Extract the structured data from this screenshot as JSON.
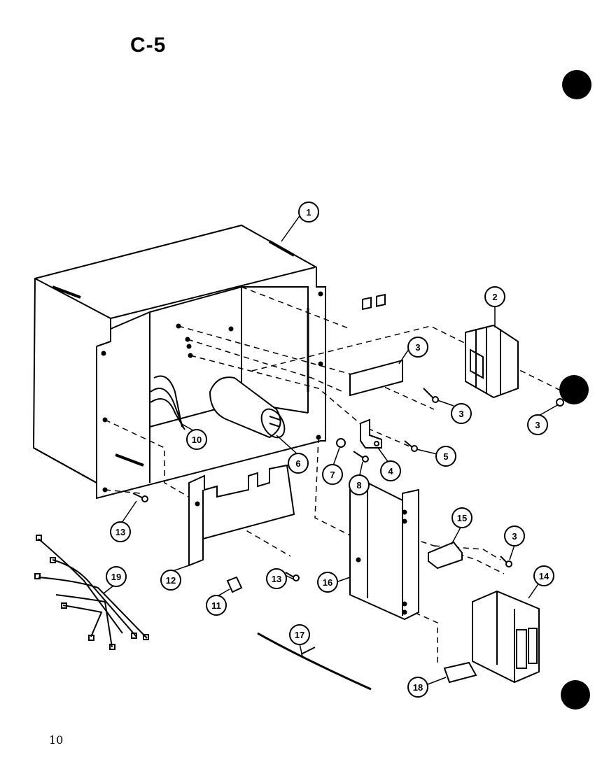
{
  "title": "C-5",
  "page_number": "10",
  "colors": {
    "ink": "#000000",
    "paper": "#ffffff"
  },
  "callouts": [
    {
      "id": "c1",
      "label": "1"
    },
    {
      "id": "c2",
      "label": "2"
    },
    {
      "id": "c3",
      "label": "3"
    },
    {
      "id": "c3b",
      "label": "3"
    },
    {
      "id": "c3c",
      "label": "3"
    },
    {
      "id": "c3d",
      "label": "3"
    },
    {
      "id": "c4",
      "label": "4"
    },
    {
      "id": "c5",
      "label": "5"
    },
    {
      "id": "c6",
      "label": "6"
    },
    {
      "id": "c7",
      "label": "7"
    },
    {
      "id": "c8",
      "label": "8"
    },
    {
      "id": "c10",
      "label": "10"
    },
    {
      "id": "c11",
      "label": "11"
    },
    {
      "id": "c12",
      "label": "12"
    },
    {
      "id": "c13a",
      "label": "13"
    },
    {
      "id": "c13b",
      "label": "13"
    },
    {
      "id": "c14",
      "label": "14"
    },
    {
      "id": "c15",
      "label": "15"
    },
    {
      "id": "c16",
      "label": "16"
    },
    {
      "id": "c17",
      "label": "17"
    },
    {
      "id": "c18",
      "label": "18"
    },
    {
      "id": "c19",
      "label": "19"
    }
  ]
}
